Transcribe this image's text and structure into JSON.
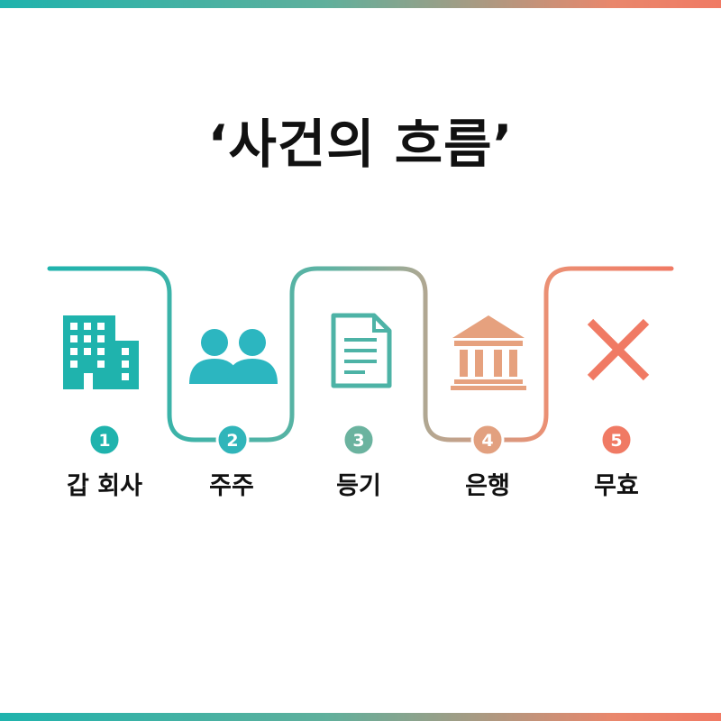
{
  "title": "‘사건의 흐름’",
  "steps": [
    {
      "number": "1",
      "label": "갑 회사",
      "icon": "office-building-icon",
      "color": "#1fb3ad"
    },
    {
      "number": "2",
      "label": "주주",
      "icon": "people-group-icon",
      "color": "#30b5ba"
    },
    {
      "number": "3",
      "label": "등기",
      "icon": "document-icon",
      "color": "#6bb39f"
    },
    {
      "number": "4",
      "label": "은행",
      "icon": "bank-building-icon",
      "color": "#e2a07f"
    },
    {
      "number": "5",
      "label": "무효",
      "icon": "x-mark-icon",
      "color": "#f07a64"
    }
  ]
}
